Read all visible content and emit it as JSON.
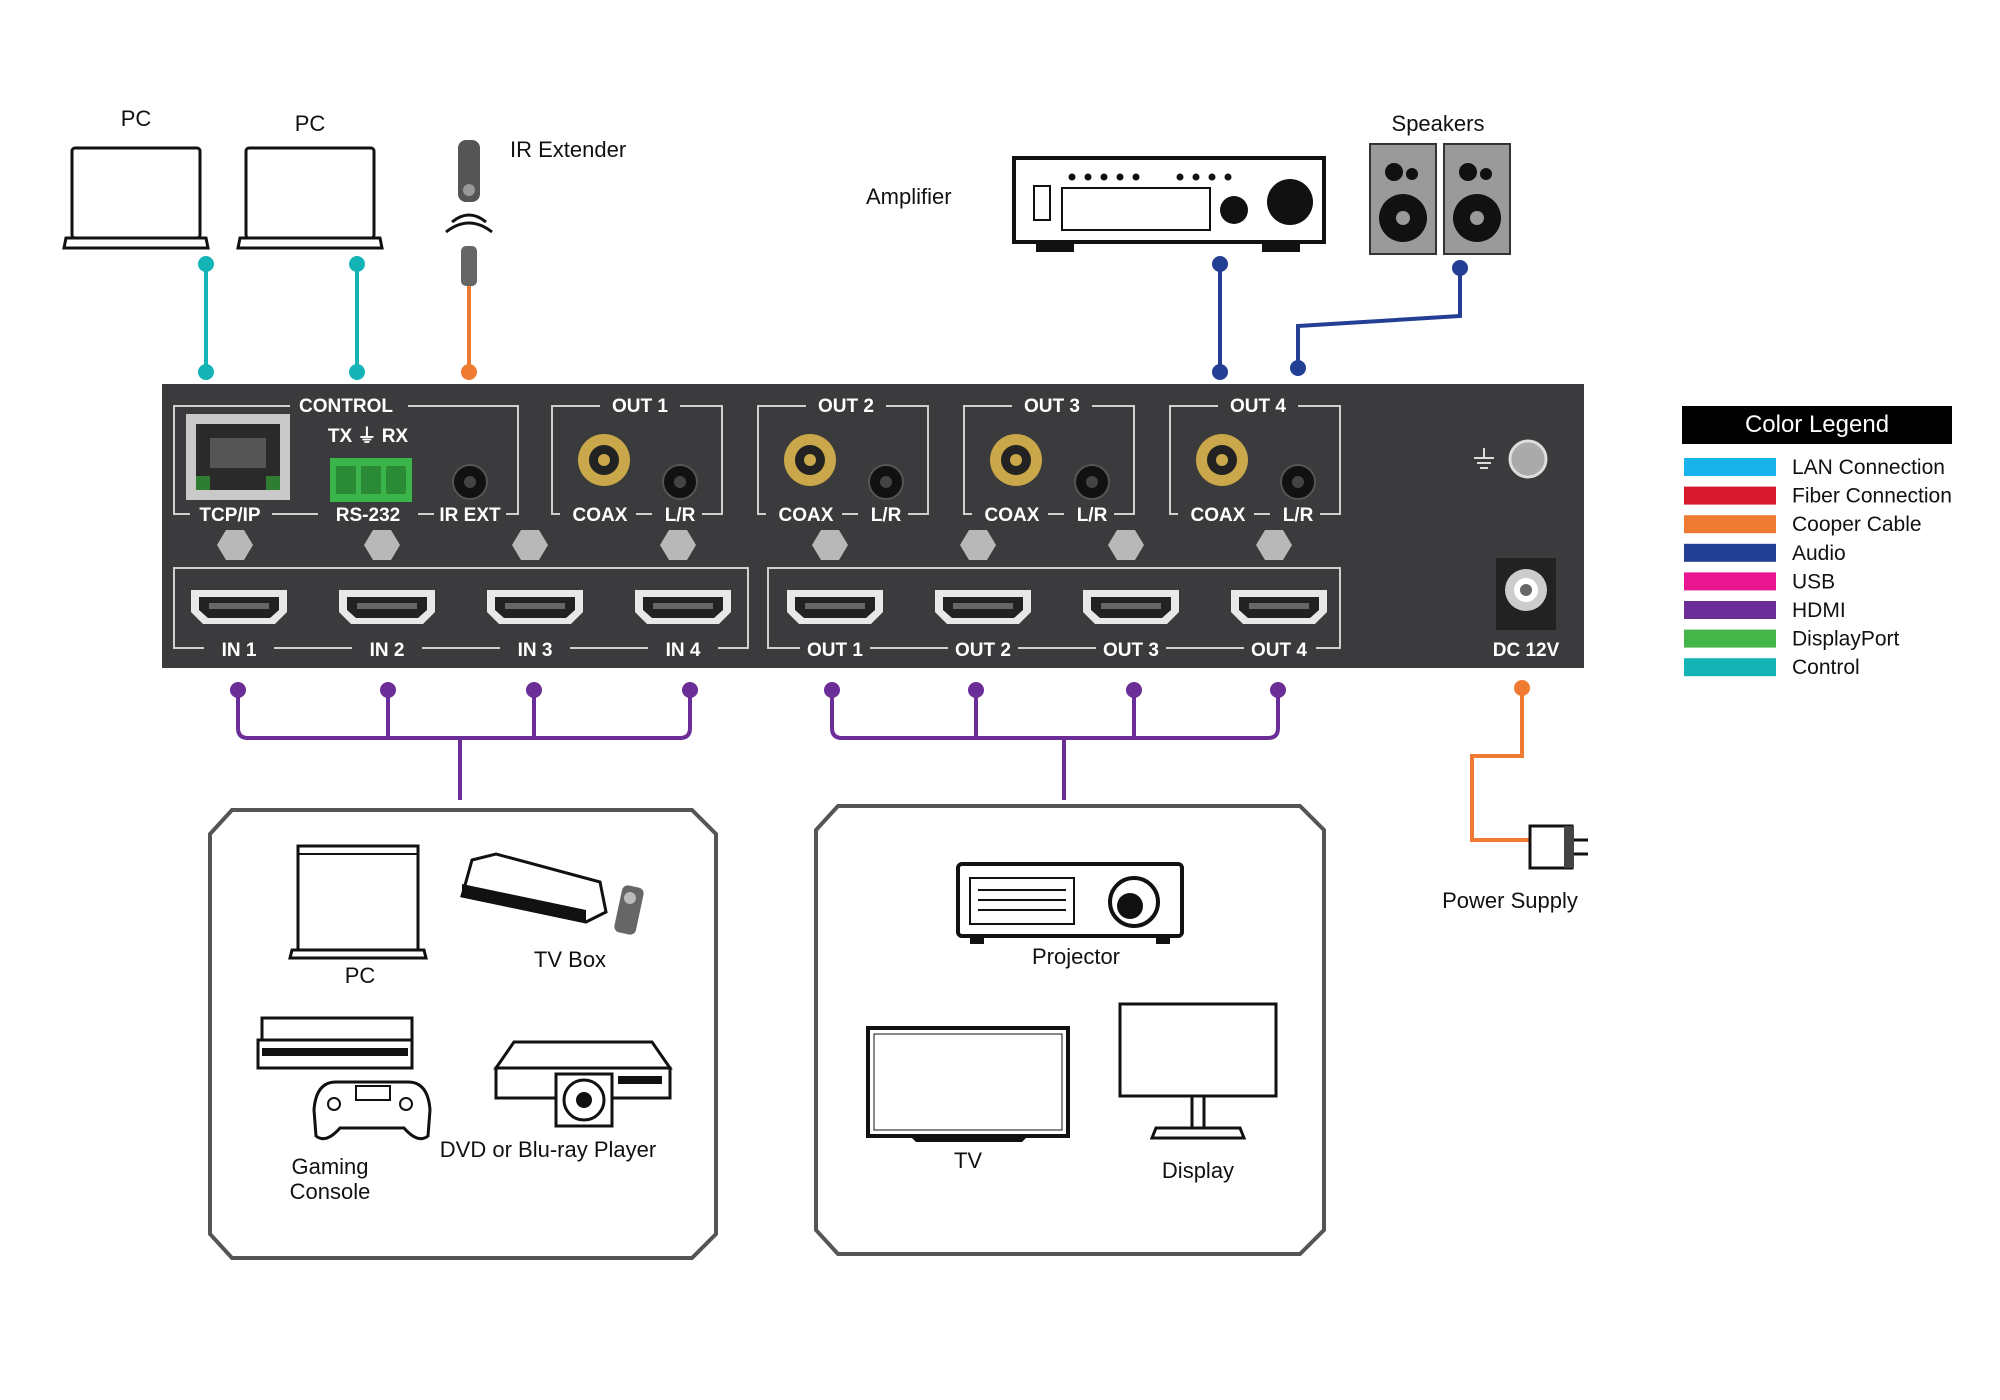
{
  "top_devices": {
    "pc1": "PC",
    "pc2": "PC",
    "ir_extender": "IR Extender",
    "amplifier": "Amplifier",
    "speakers": "Speakers"
  },
  "panel": {
    "control": "CONTROL",
    "tx_rx": "TX ⏚ RX",
    "tcpip": "TCP/IP",
    "rs232": "RS-232",
    "ir_ext": "IR EXT",
    "audio_groups": [
      {
        "title": "OUT 1",
        "coax": "COAX",
        "lr": "L/R"
      },
      {
        "title": "OUT 2",
        "coax": "COAX",
        "lr": "L/R"
      },
      {
        "title": "OUT 3",
        "coax": "COAX",
        "lr": "L/R"
      },
      {
        "title": "OUT 4",
        "coax": "COAX",
        "lr": "L/R"
      }
    ],
    "hdmi_inputs": [
      "IN 1",
      "IN 2",
      "IN 3",
      "IN 4"
    ],
    "hdmi_outputs": [
      "OUT 1",
      "OUT 2",
      "OUT 3",
      "OUT 4"
    ],
    "dc": "DC 12V"
  },
  "sources": {
    "pc": "PC",
    "tv_box": "TV Box",
    "gaming_line1": "Gaming",
    "gaming_line2": "Console",
    "dvd": "DVD or Blu-ray Player"
  },
  "displays": {
    "projector": "Projector",
    "tv": "TV",
    "display": "Display"
  },
  "power_supply": "Power Supply",
  "legend": {
    "title": "Color Legend",
    "items": [
      {
        "label": "LAN Connection",
        "color": "#17b3ea"
      },
      {
        "label": "Fiber Connection",
        "color": "#d7192d"
      },
      {
        "label": "Cooper Cable",
        "color": "#ef7a31"
      },
      {
        "label": "Audio",
        "color": "#233f94"
      },
      {
        "label": "USB",
        "color": "#ea1691"
      },
      {
        "label": "HDMI",
        "color": "#6b2e98"
      },
      {
        "label": "DisplayPort",
        "color": "#44b649"
      },
      {
        "label": "Control",
        "color": "#14b4b6"
      }
    ]
  },
  "colors": {
    "control": "#14b4b6",
    "copper": "#ef7a31",
    "audio": "#233f94",
    "hdmi": "#6b2e98",
    "panel": "#3b3b3d"
  }
}
